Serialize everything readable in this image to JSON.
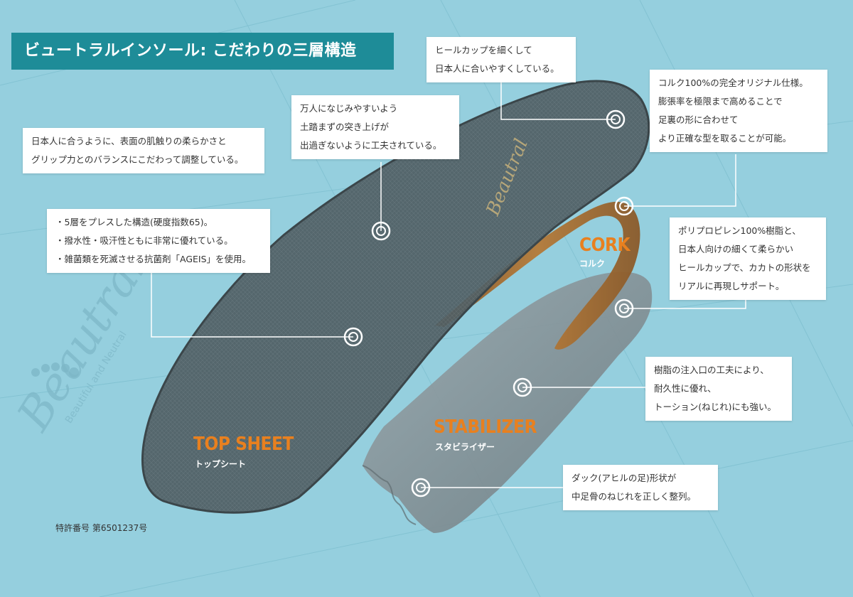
{
  "title": "ビュートラルインソール: こだわりの三層構造",
  "callouts": {
    "heel_cup": [
      "ヒールカップを細くして",
      "日本人に合いやすくしている。"
    ],
    "cork": [
      "コルク100%の完全オリジナル仕様。",
      "膨張率を極限まで高めることで",
      "足裏の形に合わせて",
      "より正確な型を取ることが可能。"
    ],
    "toe_rise": [
      "万人になじみやすいよう",
      "土踏まずの突き上げが",
      "出過ぎないように工夫されている。"
    ],
    "surface": [
      "日本人に合うように、表面の肌触りの柔らかさと",
      "グリップ力とのバランスにこだわって調整している。"
    ],
    "structure": [
      "・5層をプレスした構造(硬度指数65)。",
      "・撥水性・吸汗性ともに非常に優れている。",
      "・雑菌類を死滅させる抗菌剤「AGEIS」を使用。"
    ],
    "polypropylene": [
      "ポリプロピレン100%樹脂と、",
      "日本人向けの細くて柔らかい",
      "ヒールカップで、カカトの形状を",
      "リアルに再現しサポート。"
    ],
    "resin": [
      "樹脂の注入口の工夫により、",
      "耐久性に優れ、",
      "トーション(ねじれ)にも強い。"
    ],
    "duck": [
      "ダック(アヒルの足)形状が",
      "中足骨のねじれを正しく整列。"
    ]
  },
  "layers": {
    "top_sheet": {
      "label": "TOP SHEET",
      "sub": "トップシート"
    },
    "cork": {
      "label": "CORK",
      "sub": "コルク"
    },
    "stabilizer": {
      "label": "STABILIZER",
      "sub": "スタビライザー"
    }
  },
  "brand": {
    "logo_text": "Beautral",
    "tagline": "Beautiful and Neutral"
  },
  "patent": "特許番号 第6501237号",
  "colors": {
    "background": "#95cfde",
    "title_bar": "#1e8c98",
    "accent": "#e8801f",
    "sheet": "#4f5e63",
    "cork": "#a86a2c",
    "stabilizer": "#7e8c91"
  }
}
